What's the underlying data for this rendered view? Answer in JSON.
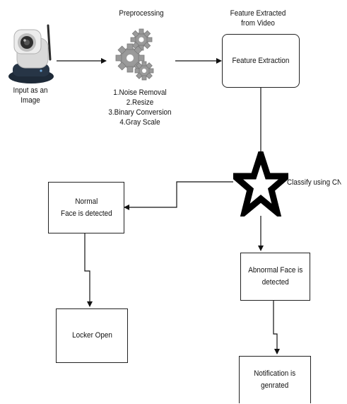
{
  "input": {
    "label_line1": "Input as an",
    "label_line2": "Image",
    "icon": "webcam-icon"
  },
  "preprocessing": {
    "title": "Preprocessing",
    "icon": "gears-icon",
    "steps": [
      "1.Noise Removal",
      "2.Resize",
      "3.Binary Conversion",
      "4.Gray Scale"
    ]
  },
  "feature": {
    "caption_line1": "Feature Extracted",
    "caption_line2": "from Video",
    "box_label": "Feature Extraction"
  },
  "classify": {
    "label": "Classify using CNN",
    "icon": "star-icon"
  },
  "normal": {
    "line1": "Normal",
    "line2": "Face  is detected"
  },
  "locker": {
    "label": "Locker Open"
  },
  "abnormal": {
    "line1": "Abnormal Face is",
    "line2": "detected"
  },
  "notification": {
    "line1": "Notification is",
    "line2": "genrated"
  },
  "colors": {
    "line": "#111111",
    "gear": "#9a9a9a",
    "camera_body": "#dcdcdc",
    "camera_base": "#1e2a38"
  }
}
